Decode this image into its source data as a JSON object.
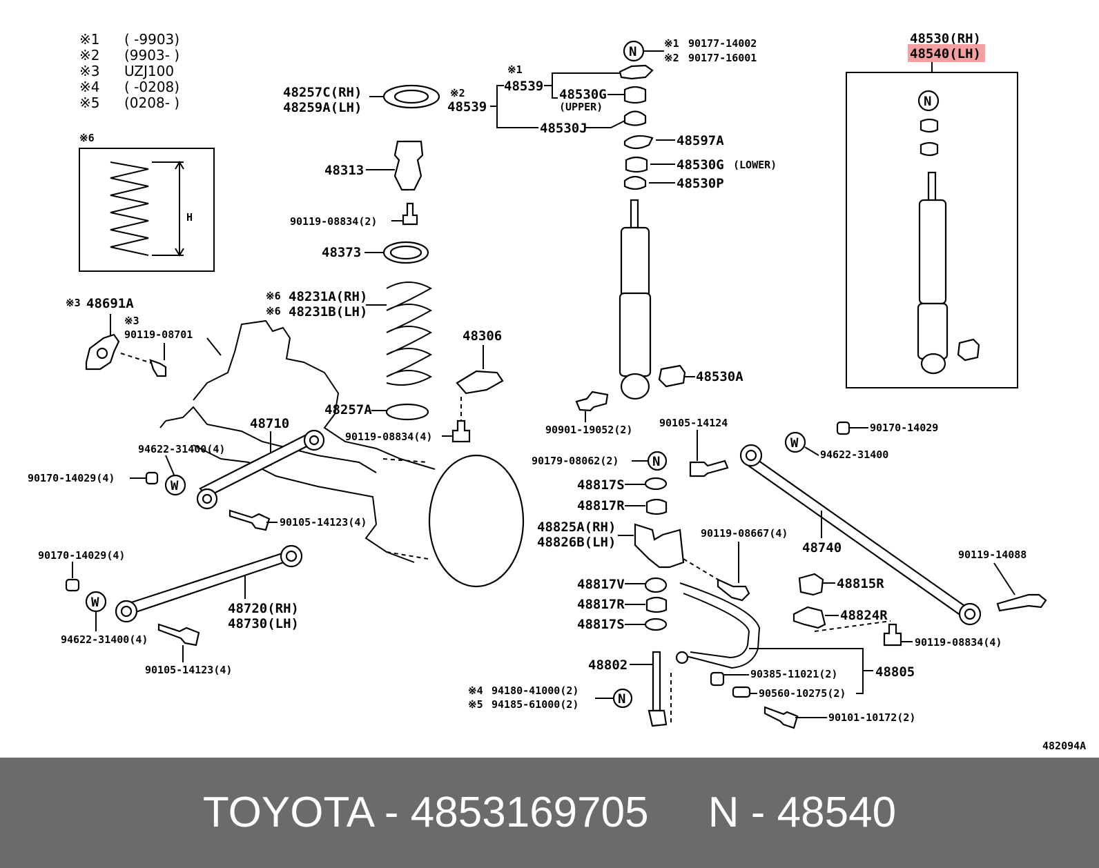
{
  "notes": [
    {
      "mark": "※1",
      "text": "(      -9903)"
    },
    {
      "mark": "※2",
      "text": "(9903-      )"
    },
    {
      "mark": "※3",
      "text": "UZJ100"
    },
    {
      "mark": "※4",
      "text": "(      -0208)"
    },
    {
      "mark": "※5",
      "text": "(0208-      )"
    }
  ],
  "spring_box": {
    "mark": "※6",
    "dim": "H"
  },
  "labels": {
    "p48257C": "48257C(RH)",
    "p48259A": "48259A(LH)",
    "p48539_a": "48539",
    "p48539_b": "48539",
    "mark1_48539": "※1",
    "mark2_48539": "※2",
    "p48530G_upper": "48530G",
    "upper": "(UPPER)",
    "p48530J": "48530J",
    "p48597A": "48597A",
    "p48530G_lower": "48530G",
    "lower": "(LOWER)",
    "p48530P": "48530P",
    "mark1_nut": "※1",
    "mark2_nut": "※2",
    "p90177_14002": "90177-14002",
    "p90177_16001": "90177-16001",
    "p48313": "48313",
    "p90119_08834_2": "90119-08834(2)",
    "p48373": "48373",
    "mark6_a": "※6",
    "mark6_b": "※6",
    "p48231A": "48231A(RH)",
    "p48231B": "48231B(LH)",
    "mark3_a": "※3",
    "mark3_b": "※3",
    "p48691A": "48691A",
    "p90119_08701": "90119-08701",
    "p48306": "48306",
    "p48257A": "48257A",
    "p90119_08834_4a": "90119-08834(4)",
    "p48710": "48710",
    "p94622_31400_4a": "94622-31400(4)",
    "p90170_14029_4a": "90170-14029(4)",
    "p90105_14123_4a": "90105-14123(4)",
    "p90170_14029_4b": "90170-14029(4)",
    "p48720": "48720(RH)",
    "p48730": "48730(LH)",
    "p94622_31400_4b": "94622-31400(4)",
    "p90105_14123_4b": "90105-14123(4)",
    "p48530A": "48530A",
    "p90901_19052": "90901-19052(2)",
    "p90105_14124": "90105-14124",
    "p90179_08062": "90179-08062(2)",
    "p48817S_a": "48817S",
    "p48817R_a": "48817R",
    "p48825A": "48825A(RH)",
    "p48826B": "48826B(LH)",
    "p90119_08667": "90119-08667(4)",
    "p48817V": "48817V",
    "p48817R_b": "48817R",
    "p48817S_b": "48817S",
    "p48802": "48802",
    "mark4": "※4",
    "mark5": "※5",
    "p94180_41000": "94180-41000(2)",
    "p94185_61000": "94185-61000(2)",
    "p90170_14029": "90170-14029",
    "p94622_31400": "94622-31400",
    "p48740": "48740",
    "p90119_14088": "90119-14088",
    "p48815R": "48815R",
    "p48824R": "48824R",
    "p90119_08834_4b": "90119-08834(4)",
    "p90385_11021": "90385-11021(2)",
    "p48805": "48805",
    "p90560_10275": "90560-10275(2)",
    "p90101_10172": "90101-10172(2)",
    "p48530_rh": "48530(RH)",
    "p48540_lh": "48540(LH)",
    "diagram_id": "482094A"
  },
  "symbols": {
    "nut": "N",
    "washer": "W"
  },
  "highlight_color": "#f4a0a0",
  "footer": {
    "brand": "TOYOTA",
    "sep1": " - ",
    "part_number": "4853169705",
    "gap": "     ",
    "ref": "N",
    "sep2": " - ",
    "ref_number": "48540"
  }
}
